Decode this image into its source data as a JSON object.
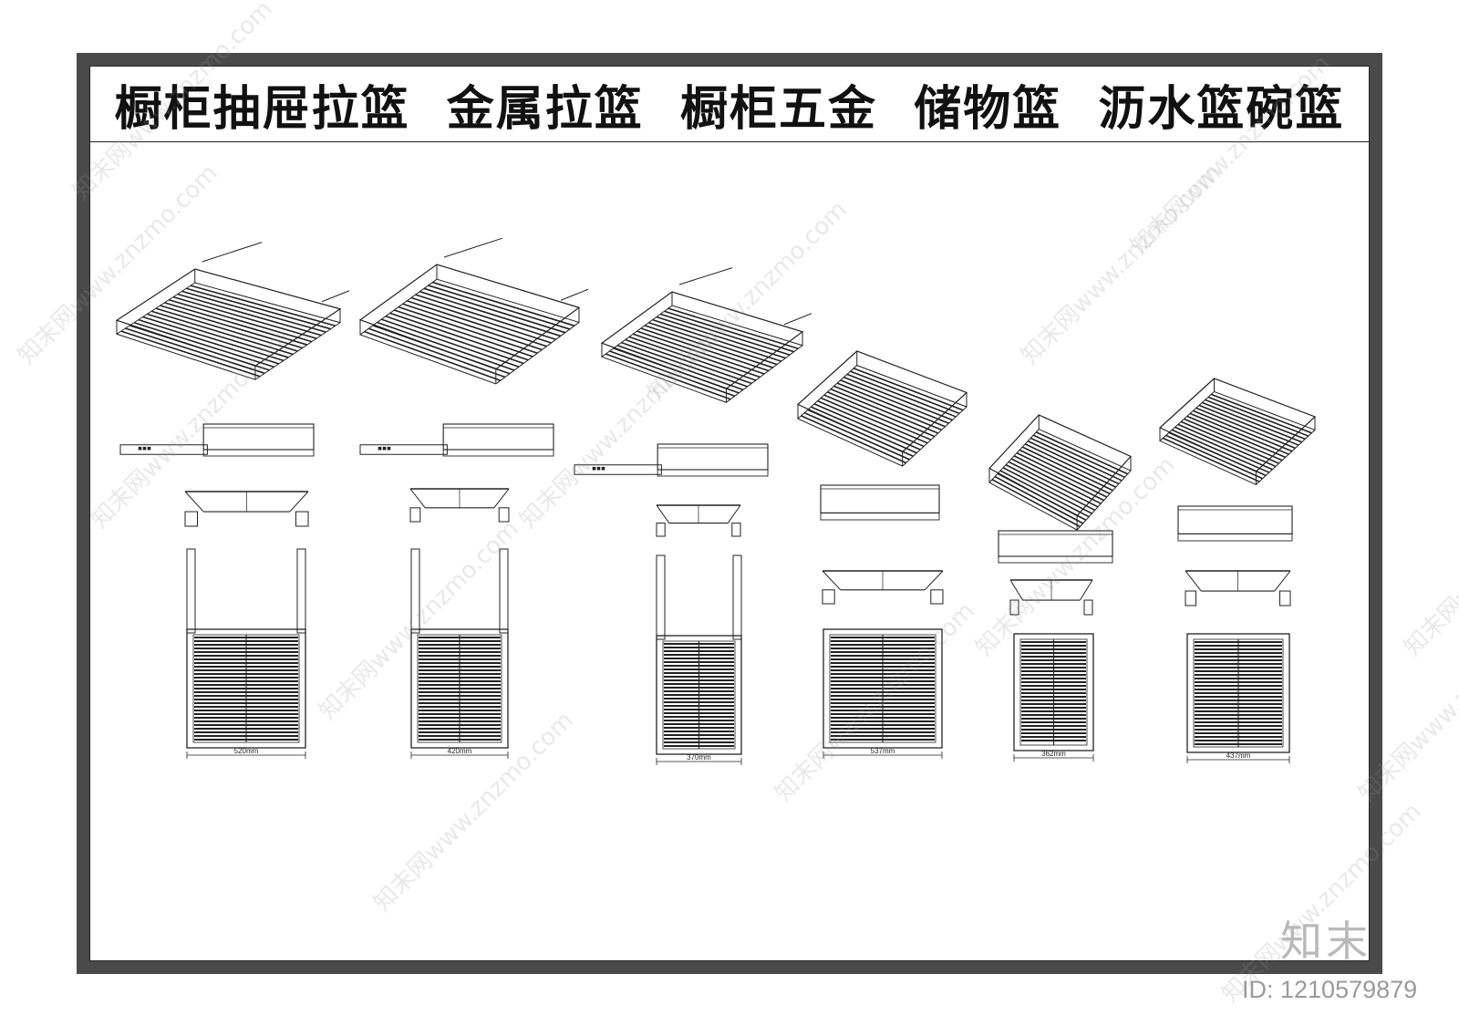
{
  "title": "橱柜抽屉拉篮  金属拉篮  橱柜五金  储物篮  沥水篮碗篮",
  "baskets": [
    {
      "width_label": "520mm"
    },
    {
      "width_label": "420mm"
    },
    {
      "width_label": "370mm"
    },
    {
      "width_label": "537mm"
    },
    {
      "width_label": "362mm"
    },
    {
      "width_label": "437mm"
    }
  ],
  "watermark": {
    "text": "知末网www.znzmo.com"
  },
  "brand": "知末",
  "image_id": "ID: 1210579879",
  "colors": {
    "frame": "#4a4a4a",
    "line": "#222222",
    "watermark": "#b9b9b9"
  }
}
